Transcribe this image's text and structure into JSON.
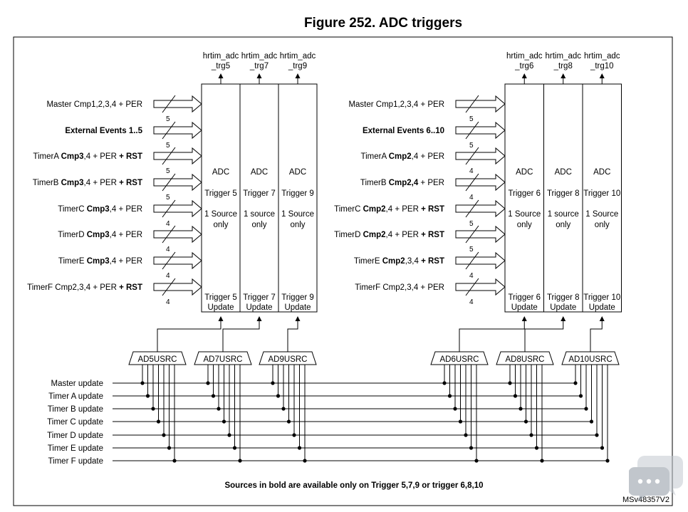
{
  "title": "Figure 252. ADC triggers",
  "footnote": "Sources in bold are available only on Trigger 5,7,9 or trigger 6,8,10",
  "ref_code": "MSv48357V2",
  "colors": {
    "line": "#000000",
    "background": "#ffffff",
    "watermark": "#9aa3ad"
  },
  "left_group": {
    "outputs": [
      {
        "line1": "hrtim_adc",
        "line2": "_trg5"
      },
      {
        "line1": "hrtim_adc",
        "line2": "_trg7"
      },
      {
        "line1": "hrtim_adc",
        "line2": "_trg9"
      }
    ],
    "blocks": [
      {
        "adc": "ADC",
        "trigger": "Trigger 5",
        "source1": "1 Source",
        "source2": "only",
        "update1": "Trigger 5",
        "update2": "Update"
      },
      {
        "adc": "ADC",
        "trigger": "Trigger 7",
        "source1": "1 source",
        "source2": "only",
        "update1": "Trigger 7",
        "update2": "Update"
      },
      {
        "adc": "ADC",
        "trigger": "Trigger 9",
        "source1": "1 Source",
        "source2": "only",
        "update1": "Trigger 9",
        "update2": "Update"
      }
    ],
    "inputs": [
      {
        "segments": [
          {
            "text": "Master Cmp1,2,3,4 + PER",
            "bold": false
          }
        ],
        "width": "5"
      },
      {
        "segments": [
          {
            "text": "External Events 1..5",
            "bold": true
          }
        ],
        "width": "5"
      },
      {
        "segments": [
          {
            "text": "TimerA ",
            "bold": false
          },
          {
            "text": "Cmp3",
            "bold": true
          },
          {
            "text": ",4 + PER ",
            "bold": false
          },
          {
            "text": "+ RST",
            "bold": true
          }
        ],
        "width": "5"
      },
      {
        "segments": [
          {
            "text": "TimerB ",
            "bold": false
          },
          {
            "text": "Cmp3",
            "bold": true
          },
          {
            "text": ",4 + PER ",
            "bold": false
          },
          {
            "text": "+ RST",
            "bold": true
          }
        ],
        "width": "5"
      },
      {
        "segments": [
          {
            "text": "TimerC ",
            "bold": false
          },
          {
            "text": "Cmp3",
            "bold": true
          },
          {
            "text": ",4 + PER",
            "bold": false
          }
        ],
        "width": "4"
      },
      {
        "segments": [
          {
            "text": "TimerD ",
            "bold": false
          },
          {
            "text": "Cmp3",
            "bold": true
          },
          {
            "text": ",4 + PER",
            "bold": false
          }
        ],
        "width": "4"
      },
      {
        "segments": [
          {
            "text": "TimerE ",
            "bold": false
          },
          {
            "text": "Cmp3",
            "bold": true
          },
          {
            "text": ",4 + PER",
            "bold": false
          }
        ],
        "width": "4"
      },
      {
        "segments": [
          {
            "text": "TimerF Cmp2,3,4 + PER ",
            "bold": false
          },
          {
            "text": "+ RST",
            "bold": true
          }
        ],
        "width": "4"
      }
    ],
    "muxes": [
      "AD5USRC",
      "AD7USRC",
      "AD9USRC"
    ]
  },
  "right_group": {
    "outputs": [
      {
        "line1": "hrtim_adc",
        "line2": "_trg6"
      },
      {
        "line1": "hrtim_adc",
        "line2": "_trg8"
      },
      {
        "line1": "hrtim_adc",
        "line2": "_trg10"
      }
    ],
    "blocks": [
      {
        "adc": "ADC",
        "trigger": "Trigger 6",
        "source1": "1 Source",
        "source2": "only",
        "update1": "Trigger 6",
        "update2": "Update"
      },
      {
        "adc": "ADC",
        "trigger": "Trigger 8",
        "source1": "1 source",
        "source2": "only",
        "update1": "Trigger 8",
        "update2": "Update"
      },
      {
        "adc": "ADC",
        "trigger": "Trigger 10",
        "source1": "1 Source",
        "source2": "only",
        "update1": "Trigger 10",
        "update2": "Update"
      }
    ],
    "inputs": [
      {
        "segments": [
          {
            "text": "Master Cmp1,2,3,4 + PER",
            "bold": false
          }
        ],
        "width": "5"
      },
      {
        "segments": [
          {
            "text": "External Events 6..10",
            "bold": true
          }
        ],
        "width": "5"
      },
      {
        "segments": [
          {
            "text": "TimerA ",
            "bold": false
          },
          {
            "text": "Cmp2",
            "bold": true
          },
          {
            "text": ",4 + PER",
            "bold": false
          }
        ],
        "width": "4"
      },
      {
        "segments": [
          {
            "text": "TimerB ",
            "bold": false
          },
          {
            "text": "Cmp2,4",
            "bold": true
          },
          {
            "text": " + PER",
            "bold": false
          }
        ],
        "width": "4"
      },
      {
        "segments": [
          {
            "text": "TimerC ",
            "bold": false
          },
          {
            "text": "Cmp2",
            "bold": true
          },
          {
            "text": ",4 + PER ",
            "bold": false
          },
          {
            "text": "+ RST",
            "bold": true
          }
        ],
        "width": "5"
      },
      {
        "segments": [
          {
            "text": "TimerD ",
            "bold": false
          },
          {
            "text": "Cmp2",
            "bold": true
          },
          {
            "text": ",4 + PER ",
            "bold": false
          },
          {
            "text": "+ RST",
            "bold": true
          }
        ],
        "width": "5"
      },
      {
        "segments": [
          {
            "text": "TimerE ",
            "bold": false
          },
          {
            "text": "Cmp2",
            "bold": true
          },
          {
            "text": ",3,4 ",
            "bold": false
          },
          {
            "text": "+ RST",
            "bold": true
          }
        ],
        "width": "4"
      },
      {
        "segments": [
          {
            "text": "TimerF Cmp2,3,4 + PER",
            "bold": false
          }
        ],
        "width": "4"
      }
    ],
    "muxes": [
      "AD6USRC",
      "AD8USRC",
      "AD10USRC"
    ]
  },
  "update_sources": [
    "Master update",
    "Timer A update",
    "Timer B update",
    "Timer C update",
    "Timer D update",
    "Timer E update",
    "Timer F update"
  ],
  "watermark": {
    "icon": "wechat-chat-bubbles-icon"
  }
}
